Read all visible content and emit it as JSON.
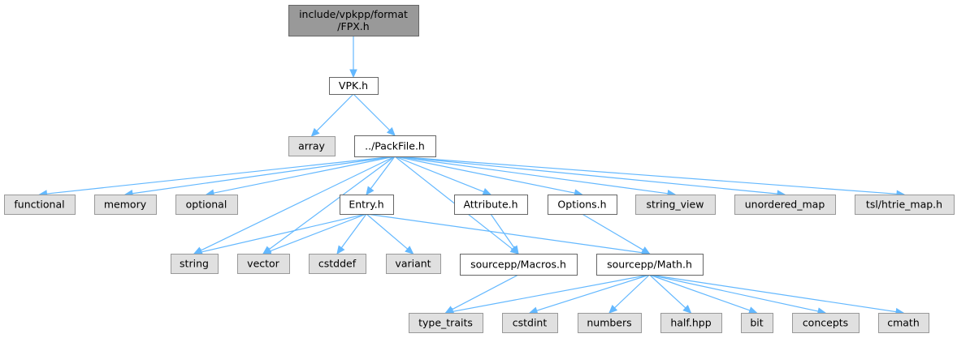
{
  "graph": {
    "nodes": [
      {
        "id": "fpx",
        "kind": "root",
        "lines": [
          "include/vpkpp/format",
          "/FPX.h"
        ]
      },
      {
        "id": "vpk",
        "kind": "local",
        "lines": [
          "VPK.h"
        ]
      },
      {
        "id": "array",
        "kind": "sys",
        "lines": [
          "array"
        ]
      },
      {
        "id": "packfile",
        "kind": "local",
        "lines": [
          "../PackFile.h"
        ]
      },
      {
        "id": "functional",
        "kind": "sys",
        "lines": [
          "functional"
        ]
      },
      {
        "id": "memory",
        "kind": "sys",
        "lines": [
          "memory"
        ]
      },
      {
        "id": "optional",
        "kind": "sys",
        "lines": [
          "optional"
        ]
      },
      {
        "id": "entry",
        "kind": "local",
        "lines": [
          "Entry.h"
        ]
      },
      {
        "id": "attribute",
        "kind": "local",
        "lines": [
          "Attribute.h"
        ]
      },
      {
        "id": "options",
        "kind": "local",
        "lines": [
          "Options.h"
        ]
      },
      {
        "id": "string_view",
        "kind": "sys",
        "lines": [
          "string_view"
        ]
      },
      {
        "id": "unordered_map",
        "kind": "sys",
        "lines": [
          "unordered_map"
        ]
      },
      {
        "id": "htrie",
        "kind": "sys",
        "lines": [
          "tsl/htrie_map.h"
        ]
      },
      {
        "id": "string",
        "kind": "sys",
        "lines": [
          "string"
        ]
      },
      {
        "id": "vector",
        "kind": "sys",
        "lines": [
          "vector"
        ]
      },
      {
        "id": "cstddef",
        "kind": "sys",
        "lines": [
          "cstddef"
        ]
      },
      {
        "id": "variant",
        "kind": "sys",
        "lines": [
          "variant"
        ]
      },
      {
        "id": "macros",
        "kind": "local",
        "lines": [
          "sourcepp/Macros.h"
        ]
      },
      {
        "id": "math",
        "kind": "local",
        "lines": [
          "sourcepp/Math.h"
        ]
      },
      {
        "id": "type_traits",
        "kind": "sys",
        "lines": [
          "type_traits"
        ]
      },
      {
        "id": "cstdint",
        "kind": "sys",
        "lines": [
          "cstdint"
        ]
      },
      {
        "id": "numbers",
        "kind": "sys",
        "lines": [
          "numbers"
        ]
      },
      {
        "id": "half",
        "kind": "sys",
        "lines": [
          "half.hpp"
        ]
      },
      {
        "id": "bit",
        "kind": "sys",
        "lines": [
          "bit"
        ]
      },
      {
        "id": "concepts",
        "kind": "sys",
        "lines": [
          "concepts"
        ]
      },
      {
        "id": "cmath",
        "kind": "sys",
        "lines": [
          "cmath"
        ]
      }
    ],
    "edges": [
      [
        "fpx",
        "vpk"
      ],
      [
        "vpk",
        "array"
      ],
      [
        "vpk",
        "packfile"
      ],
      [
        "packfile",
        "functional"
      ],
      [
        "packfile",
        "memory"
      ],
      [
        "packfile",
        "optional"
      ],
      [
        "packfile",
        "string"
      ],
      [
        "packfile",
        "vector"
      ],
      [
        "packfile",
        "entry"
      ],
      [
        "packfile",
        "macros"
      ],
      [
        "packfile",
        "attribute"
      ],
      [
        "packfile",
        "options"
      ],
      [
        "packfile",
        "string_view"
      ],
      [
        "packfile",
        "unordered_map"
      ],
      [
        "packfile",
        "htrie"
      ],
      [
        "entry",
        "string"
      ],
      [
        "entry",
        "vector"
      ],
      [
        "entry",
        "cstddef"
      ],
      [
        "entry",
        "variant"
      ],
      [
        "entry",
        "math"
      ],
      [
        "attribute",
        "macros"
      ],
      [
        "options",
        "math"
      ],
      [
        "macros",
        "type_traits"
      ],
      [
        "math",
        "type_traits"
      ],
      [
        "math",
        "cstdint"
      ],
      [
        "math",
        "numbers"
      ],
      [
        "math",
        "half"
      ],
      [
        "math",
        "bit"
      ],
      [
        "math",
        "concepts"
      ],
      [
        "math",
        "cmath"
      ]
    ]
  }
}
